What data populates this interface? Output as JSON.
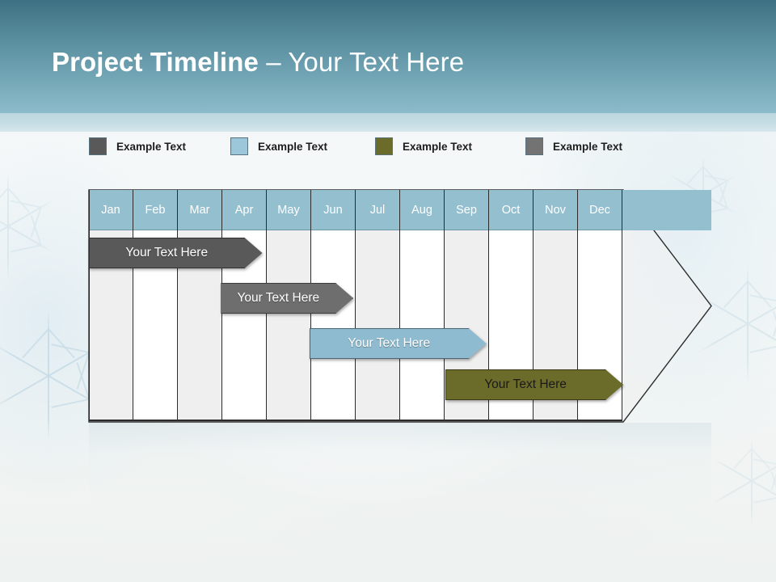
{
  "header": {
    "title_bold": "Project Timeline",
    "title_light": " – Your Text Here",
    "band_color": "#4b7f90"
  },
  "legend": {
    "items": [
      {
        "label": "Example Text",
        "color": "#595959",
        "x": 110
      },
      {
        "label": "Example Text",
        "color": "#9cc6da",
        "x": 285
      },
      {
        "label": "Example Text",
        "color": "#6b6b2a",
        "x": 464
      },
      {
        "label": "Example Text",
        "color": "#737373",
        "x": 650
      }
    ]
  },
  "chart_data": {
    "type": "bar",
    "title": "Project Timeline – Your Text Here",
    "categories": [
      "Jan",
      "Feb",
      "Mar",
      "Apr",
      "May",
      "Jun",
      "Jul",
      "Aug",
      "Sep",
      "Oct",
      "Nov",
      "Dec"
    ],
    "xlabel": "",
    "ylabel": "",
    "grid": true,
    "legend_position": "top",
    "series": [
      {
        "name": "Example Text",
        "label": "Your  Text Here",
        "color": "#595959",
        "text_color": "#ffffff",
        "start_month": "Jan",
        "end_month": "Apr",
        "start_index": 0,
        "span": 3.9
      },
      {
        "name": "Example Text",
        "label": "Your  Text Here",
        "color": "#6e6e6e",
        "text_color": "#ffffff",
        "start_month": "Apr",
        "end_month": "Jul",
        "start_index": 2.97,
        "span": 2.98
      },
      {
        "name": "Example Text",
        "label": "Your  Text Here",
        "color": "#8fbbd0",
        "text_color": "#ffffff",
        "start_month": "Jun",
        "end_month": "Sep",
        "start_index": 4.96,
        "span": 3.98
      },
      {
        "name": "Example Text",
        "label": "Your  Text Here",
        "color": "#6b6b2a",
        "text_color": "#1a1a1a",
        "start_month": "Sep",
        "end_month": "Dec",
        "start_index": 8.02,
        "span": 4.0
      }
    ]
  },
  "colors": {
    "month_header": "#93bfcf",
    "grid_alt": "#efefef",
    "grid_base": "#ffffff",
    "outline": "#2b2b2b"
  }
}
